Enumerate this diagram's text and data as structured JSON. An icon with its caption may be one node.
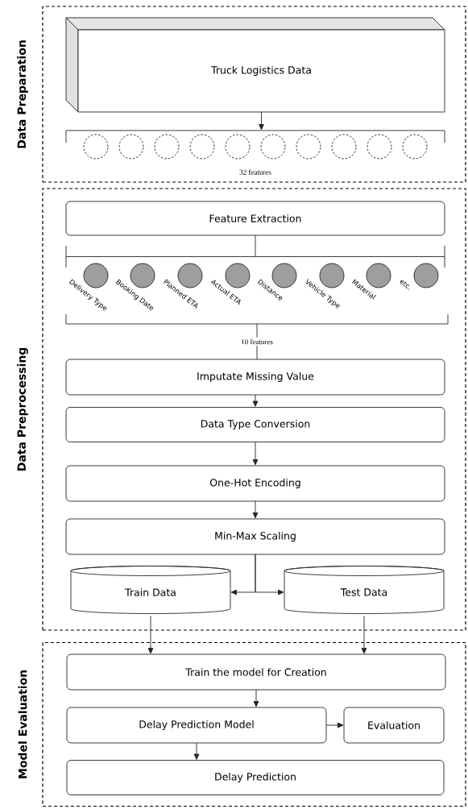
{
  "diagram": {
    "nodes": [
      {
        "text": [
          "Data Preparation"
        ]
      },
      {
        "text": [
          "Truck Logistics Data"
        ],
        "in": 0
      },
      {
        "text": [
          "32 features"
        ],
        "in": 0
      },
      {
        "text": [],
        "shape": "circle",
        "in": 2
      },
      {
        "text": [],
        "shape": "circle",
        "in": 2
      },
      {
        "text": [],
        "shape": "circle",
        "in": 2
      },
      {
        "text": [],
        "shape": "circle",
        "in": 2
      },
      {
        "text": [],
        "shape": "circle",
        "in": 2
      },
      {
        "text": [],
        "shape": "circle",
        "in": 2
      },
      {
        "text": [],
        "shape": "circle",
        "in": 2
      },
      {
        "text": [],
        "shape": "circle",
        "in": 2
      },
      {
        "text": [],
        "shape": "circle",
        "in": 2
      },
      {
        "text": [],
        "shape": "circle",
        "in": 2
      },
      {
        "text": [
          "Data Preprocessing"
        ]
      },
      {
        "text": [
          "Feature Extraction"
        ],
        "in": 13
      },
      {
        "text": [],
        "shape": "bracket",
        "in": 13
      },
      {
        "text": [],
        "shape": "circle",
        "beside": [
          "Delivery Type"
        ],
        "in": 13
      },
      {
        "text": [],
        "shape": "circle",
        "beside": [
          "Booking Date"
        ],
        "in": 13
      },
      {
        "text": [],
        "shape": "circle",
        "beside": [
          "Planned ETA"
        ],
        "in": 13
      },
      {
        "text": [],
        "shape": "circle",
        "beside": [
          "Actual ETA"
        ],
        "in": 13
      },
      {
        "text": [],
        "shape": "circle",
        "beside": [
          "Distance"
        ],
        "in": 13
      },
      {
        "text": [],
        "shape": "circle",
        "beside": [
          "Vehicle Type"
        ],
        "in": 13
      },
      {
        "text": [],
        "shape": "circle",
        "beside": [
          "Material"
        ],
        "in": 13
      },
      {
        "text": [],
        "shape": "circle",
        "beside": [
          "etc."
        ],
        "in": 13
      },
      {
        "text": [],
        "shape": "bracket",
        "in": 13
      },
      {
        "text": [
          "Imputate Missing Value"
        ],
        "in": 13
      },
      {
        "text": [
          "Data Type Conversion"
        ],
        "in": 13
      },
      {
        "text": [
          "One-Hot Encoding"
        ],
        "in": 13
      },
      {
        "text": [
          "Min-Max Scaling"
        ],
        "in": 13
      },
      {
        "text": [
          "Train Data"
        ],
        "in": 13
      },
      {
        "text": [
          "Test Data"
        ],
        "in": 13
      },
      {
        "text": [
          "Model Evaluation"
        ]
      },
      {
        "text": [
          "Train the model for Creation"
        ],
        "in": 31
      },
      {
        "text": [
          "Delay Prediction Model"
        ],
        "in": 31
      },
      {
        "text": [
          "Evaluation"
        ],
        "in": 31
      },
      {
        "text": [
          "Delay Prediction"
        ],
        "in": 31
      }
    ],
    "edges": [
      {
        "from": 1,
        "to": 2,
        "arrow": "to"
      },
      {
        "from": 14,
        "to": 15,
        "arrow": "none"
      },
      {
        "from": 24,
        "to": 25,
        "arrow": "none",
        "label": "10 features"
      },
      {
        "from": 25,
        "to": 26,
        "arrow": "to"
      },
      {
        "from": 26,
        "to": 27,
        "arrow": "to"
      },
      {
        "from": 27,
        "to": 28,
        "arrow": "to"
      },
      {
        "from": 28,
        "to": 29,
        "arrow": "to"
      },
      {
        "from": 28,
        "to": 30,
        "arrow": "to"
      },
      {
        "from": 29,
        "to": 32,
        "arrow": "to"
      },
      {
        "from": 30,
        "to": 32,
        "arrow": "to"
      },
      {
        "from": 32,
        "to": 33,
        "arrow": "to"
      },
      {
        "from": 33,
        "to": 34,
        "arrow": "to"
      },
      {
        "from": 33,
        "to": 35,
        "arrow": "to"
      }
    ]
  }
}
